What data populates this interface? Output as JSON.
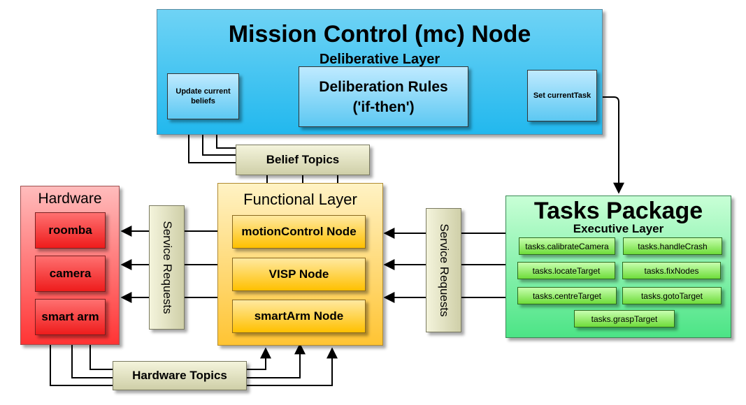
{
  "mission_control": {
    "title": "Mission Control (mc) Node",
    "subtitle": "Deliberative Layer",
    "update_beliefs": "Update current beliefs",
    "rules_line1": "Deliberation Rules",
    "rules_line2": "('if-then')",
    "set_task": "Set currentTask"
  },
  "belief_topics": "Belief Topics",
  "hardware_topics": "Hardware Topics",
  "hardware": {
    "title": "Hardware",
    "items": [
      "roomba",
      "camera",
      "smart arm"
    ]
  },
  "service_requests": [
    "Service Requests",
    "Service Requests"
  ],
  "functional": {
    "title": "Functional Layer",
    "items": [
      "motionControl Node",
      "VISP Node",
      "smartArm Node"
    ]
  },
  "tasks": {
    "title": "Tasks Package",
    "subtitle": "Executive Layer",
    "items": [
      "tasks.calibrateCamera",
      "tasks.handleCrash",
      "tasks.locateTarget",
      "tasks.fixNodes",
      "tasks.centreTarget",
      "tasks.gotoTarget",
      "tasks.graspTarget"
    ]
  },
  "colors": {
    "mission_control": "#22b8ee",
    "hardware": "#ff3434",
    "functional": "#ffc433",
    "tasks": "#4ce486",
    "topics": "#cfcfa8"
  }
}
